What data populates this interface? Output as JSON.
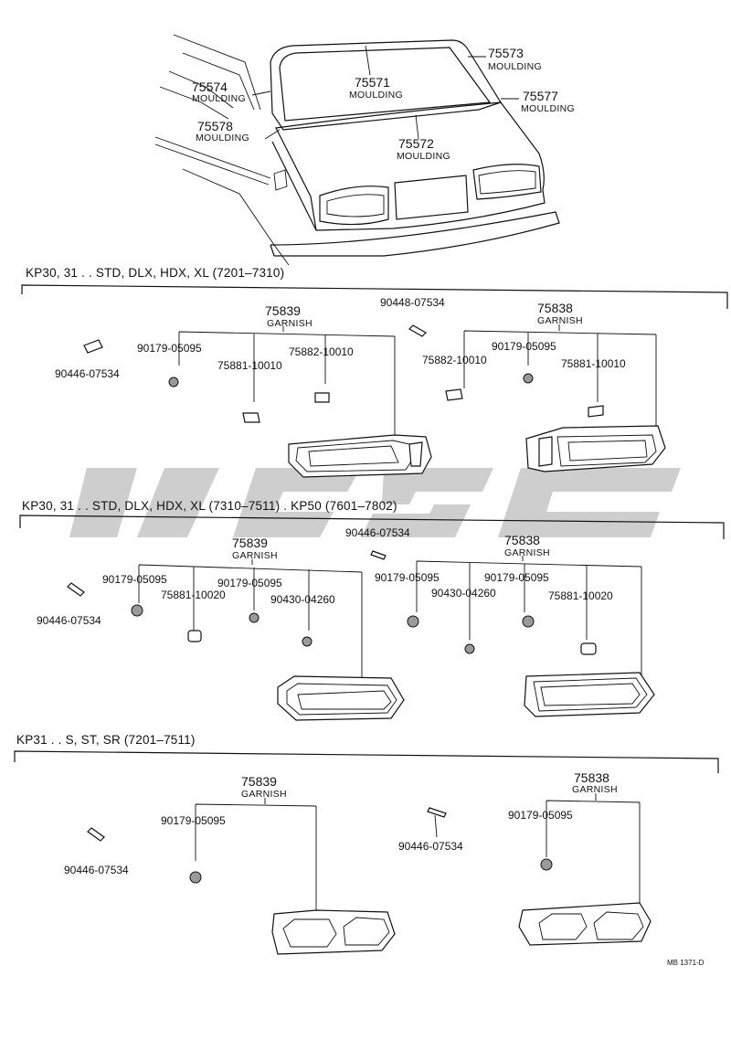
{
  "top_callouts": [
    {
      "num": "75573",
      "name": "MOULDING"
    },
    {
      "num": "75571",
      "name": "MOULDING"
    },
    {
      "num": "75574",
      "name": "MOULDING"
    },
    {
      "num": "75577",
      "name": "MOULDING"
    },
    {
      "num": "75578",
      "name": "MOULDING"
    },
    {
      "num": "75572",
      "name": "MOULDING"
    }
  ],
  "sections": [
    {
      "header": "KP30, 31 . . STD, DLX, HDX, XL (7201–7310)",
      "left": {
        "num": "75839",
        "name": "GARNISH"
      },
      "right": {
        "num": "75838",
        "name": "GARNISH"
      },
      "labels": [
        "90446-07534",
        "90448-07534",
        "90179-05095",
        "75881-10010",
        "75882-10010",
        "75882-10010",
        "90179-05095",
        "75881-10010"
      ]
    },
    {
      "header": "KP30, 31 . . STD, DLX, HDX, XL (7310–7511) . KP50 (7601–7802)",
      "left": {
        "num": "75839",
        "name": "GARNISH"
      },
      "right": {
        "num": "75838",
        "name": "GARNISH"
      },
      "labels": [
        "90446-07534",
        "90446-07534",
        "90179-05095",
        "75881-10020",
        "90179-05095",
        "90430-04260",
        "90179-05095",
        "90430-04260",
        "90179-05095",
        "75881-10020"
      ]
    },
    {
      "header": "KP31 . . S, ST, SR (7201–7511)",
      "left": {
        "num": "75839",
        "name": "GARNISH"
      },
      "right": {
        "num": "75838",
        "name": "GARNISH"
      },
      "labels": [
        "90179-05095",
        "90446-07534",
        "90446-07534",
        "90179-05095"
      ]
    }
  ],
  "reference_code": "MB 1371-D",
  "watermark_color": "#9e9e9e"
}
